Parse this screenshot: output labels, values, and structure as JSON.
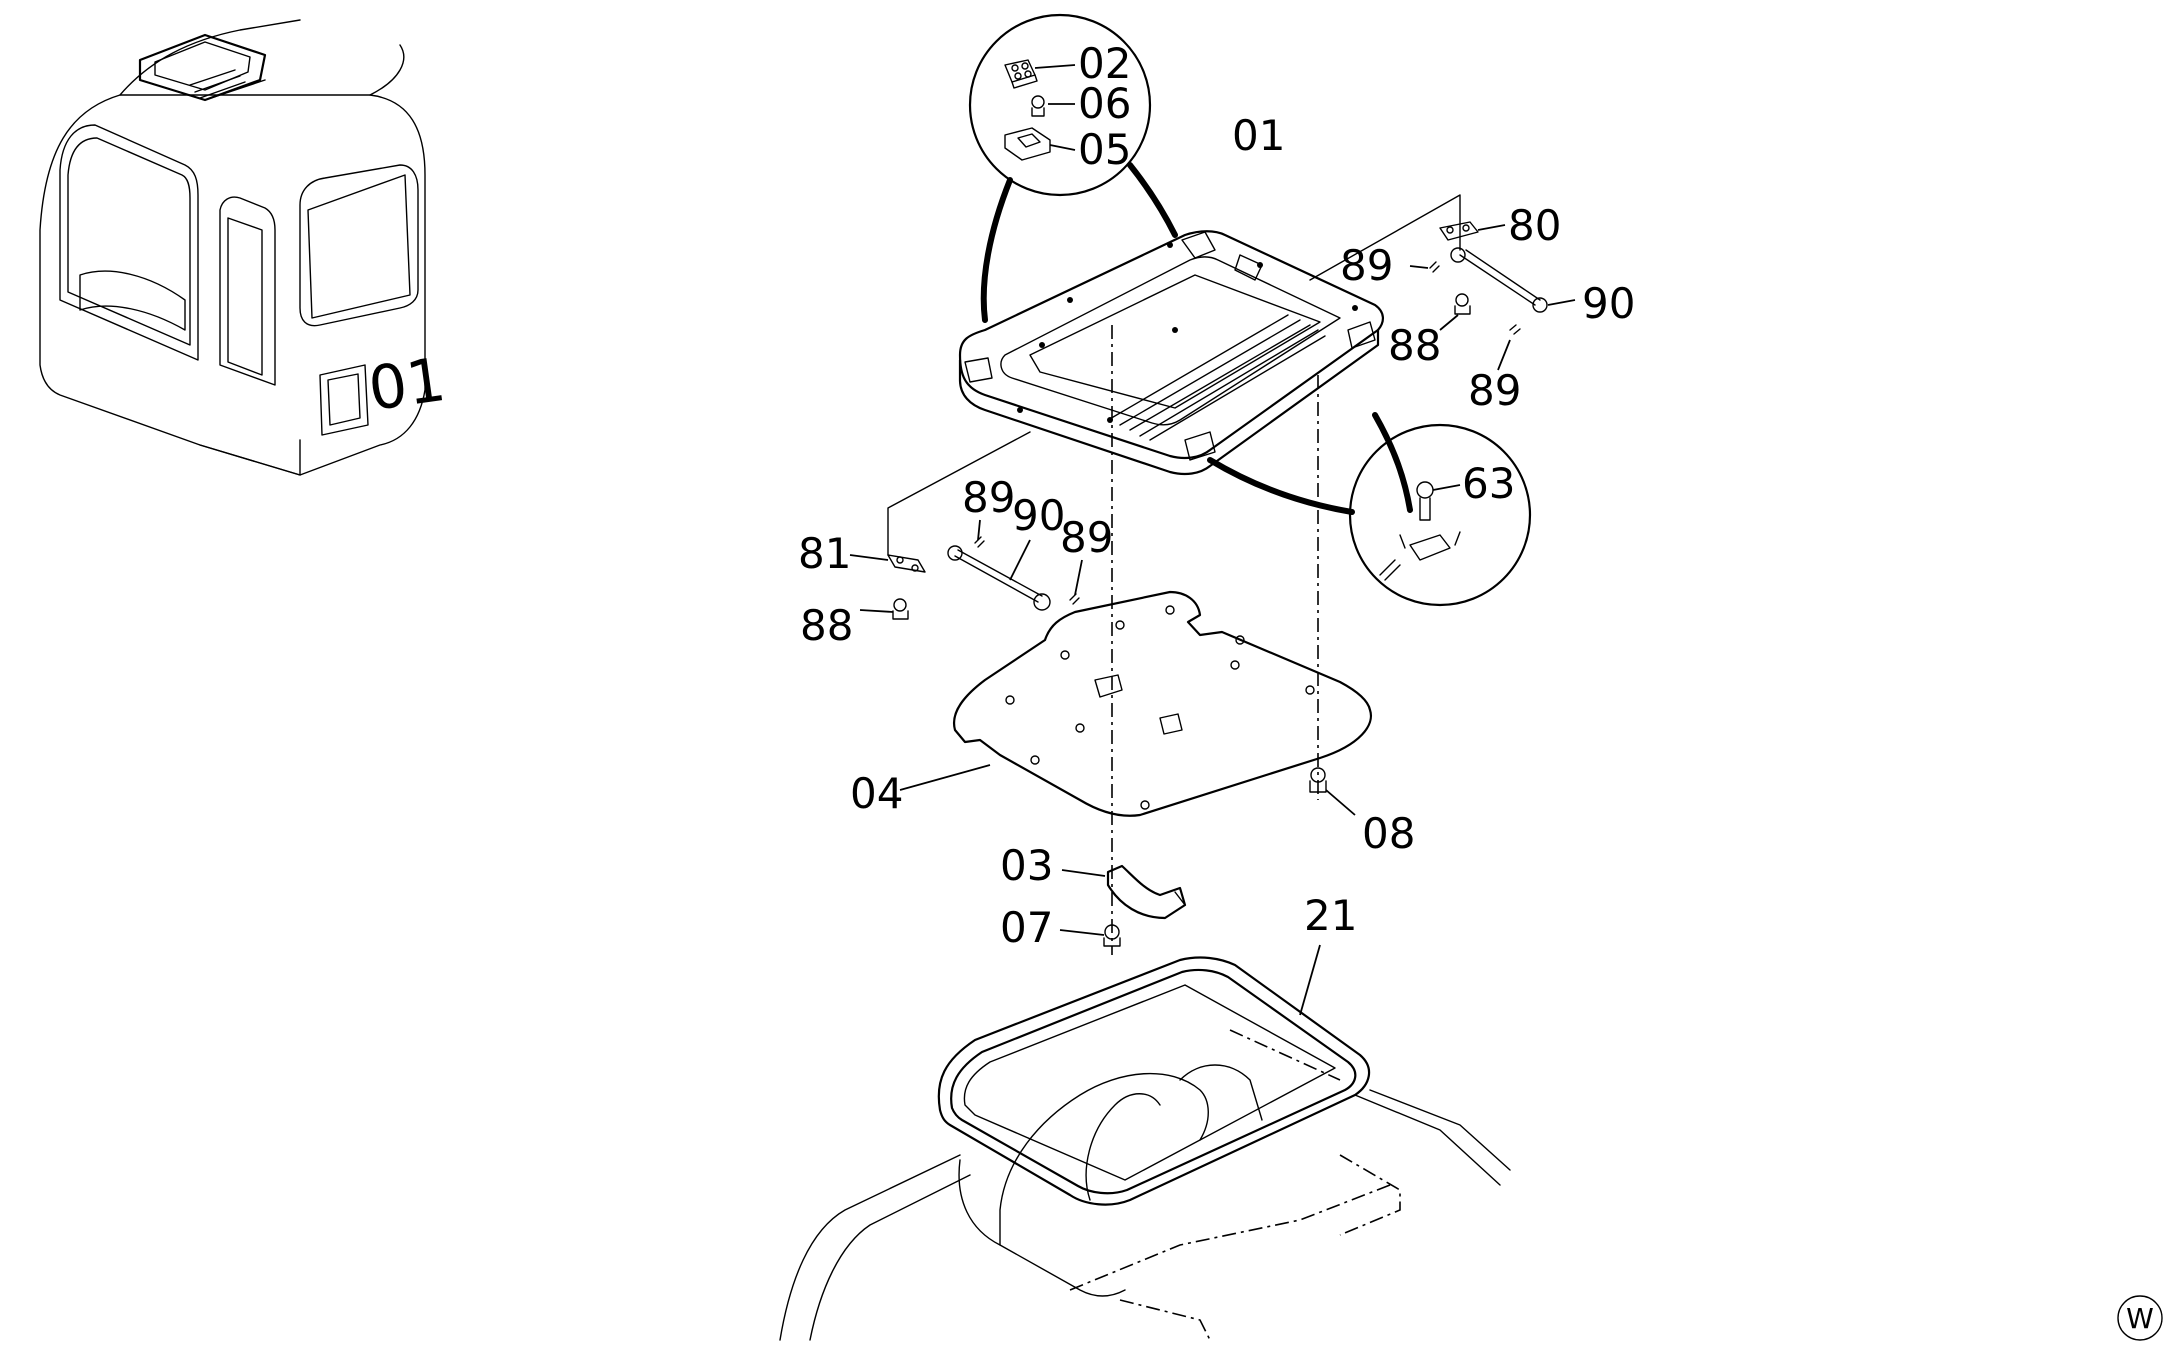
{
  "parts": {
    "p01": "01",
    "p02": "02",
    "p03": "03",
    "p04": "04",
    "p05": "05",
    "p06": "06",
    "p07": "07",
    "p08": "08",
    "p21": "21",
    "p63": "63",
    "p80": "80",
    "p81": "81",
    "p88_right": "88",
    "p88_left": "88",
    "p89_right_top": "89",
    "p89_right_bottom": "89",
    "p89_left_a": "89",
    "p89_left_b": "89",
    "p90_right": "90",
    "p90_left": "90"
  },
  "cab_marking": "01",
  "corner_mark": "W"
}
